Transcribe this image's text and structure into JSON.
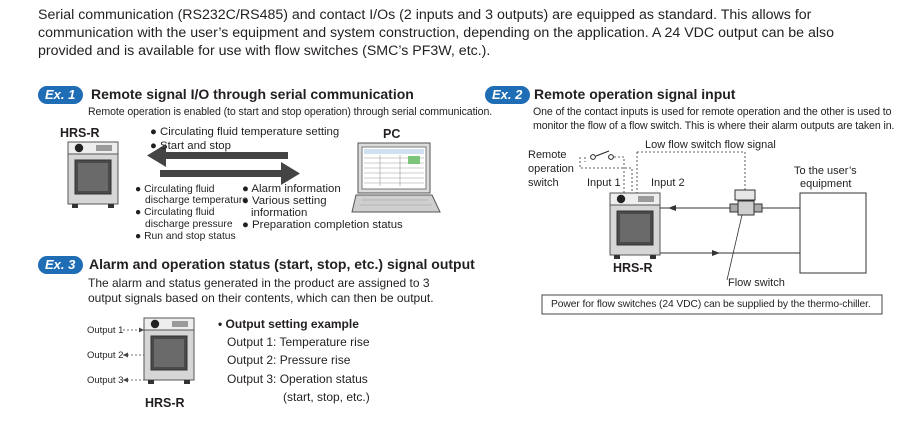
{
  "intro": {
    "line1": "Serial communication (RS232C/RS485) and contact I/Os (2 inputs and 3 outputs) are equipped as standard. This allows for",
    "line2": "communication with the user’s equipment and system construction, depending on the application. A 24 VDC output can be also",
    "line3": "provided and is available for use with flow switches (SMC’s PF3W, etc.)."
  },
  "ex1": {
    "badge": "Ex. 1",
    "title": "Remote signal I/O through serial communication",
    "desc": "Remote operation is enabled (to start and stop operation) through serial communication.",
    "unit_label": "HRS-R",
    "pc_label": "PC",
    "to_pc": [
      "Circulating fluid temperature setting",
      "Start and stop"
    ],
    "from_unit_left": [
      "Circulating fluid",
      "discharge temperature",
      "Circulating fluid",
      "discharge pressure",
      "Run and stop status"
    ],
    "from_unit_right": [
      "Alarm information",
      "Various setting",
      "information",
      "Preparation completion status"
    ]
  },
  "ex2": {
    "badge": "Ex. 2",
    "title": "Remote operation signal input",
    "desc_line1": "One of the contact inputs is used for remote operation and the other is used to",
    "desc_line2": "monitor the flow of a flow switch. This is where their alarm outputs are taken in.",
    "remote_switch": [
      "Remote",
      "operation",
      "switch"
    ],
    "input1": "Input 1",
    "input2": "Input 2",
    "low_flow": "Low flow switch flow signal",
    "user_equipment": [
      "To the user’s",
      "equipment"
    ],
    "unit_label": "HRS-R",
    "flow_switch": "Flow switch",
    "note": "Power for flow switches (24 VDC) can be supplied by the thermo-chiller."
  },
  "ex3": {
    "badge": "Ex. 3",
    "title": "Alarm and operation status (start, stop, etc.) signal output",
    "desc_line1": "The alarm and status generated in the product are assigned to 3",
    "desc_line2": "output signals based on their contents, which can then be output.",
    "outputs": [
      "Output 1",
      "Output 2",
      "Output 3"
    ],
    "unit_label": "HRS-R",
    "example_title": "• Output setting example",
    "example_lines": [
      "Output 1: Temperature rise",
      "Output 2: Pressure rise",
      "Output 3: Operation status",
      "(start, stop, etc.)"
    ]
  },
  "colors": {
    "badge": "#1f6db4",
    "arrow": "#444444",
    "unit_body": "#c8c8c8"
  }
}
